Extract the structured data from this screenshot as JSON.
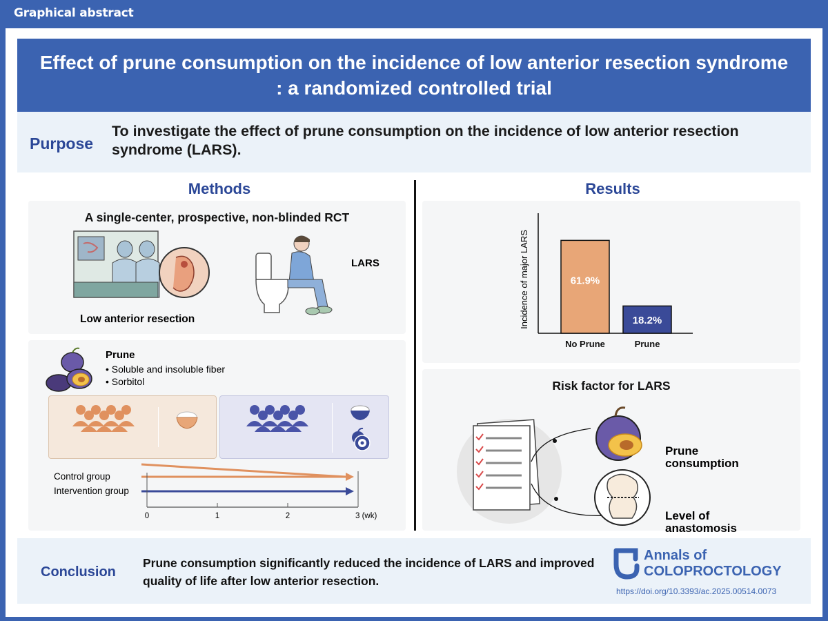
{
  "header_label": "Graphical abstract",
  "title": {
    "line1": "Effect of prune consumption on the incidence of low anterior resection syndrome",
    "line2": ": a randomized controlled trial"
  },
  "purpose": {
    "label": "Purpose",
    "text": "To investigate the effect of prune consumption on the incidence of low anterior resection syndrome (LARS)."
  },
  "methods": {
    "heading": "Methods",
    "design": "A single-center, prospective, non-blinded RCT",
    "surgery_label": "Low anterior resection",
    "lars_label": "LARS",
    "prune_title": "Prune",
    "prune_items": [
      "• Soluble and insoluble fiber",
      "• Sorbitol"
    ],
    "timeline": {
      "groups": [
        "Control group",
        "Intervention group"
      ],
      "ticks": [
        "0",
        "1",
        "2",
        "3 (wk)"
      ],
      "colors": {
        "control": "#e0915f",
        "intervention": "#3a4a98"
      }
    }
  },
  "results": {
    "heading": "Results",
    "risk_title": "Risk factor for LARS",
    "risk_factors": [
      {
        "line1": "Prune",
        "line2": "consumption"
      },
      {
        "line1": "Level of",
        "line2": "anastomosis"
      }
    ]
  },
  "chart_data": {
    "type": "bar",
    "categories": [
      "No Prune",
      "Prune"
    ],
    "values": [
      61.9,
      18.2
    ],
    "data_labels": [
      "61.9%",
      "18.2%"
    ],
    "ylabel": "Incidence of major LARS",
    "ylim": [
      0,
      80
    ],
    "colors": [
      "#e8a677",
      "#3a4a98"
    ]
  },
  "conclusion": {
    "label": "Conclusion",
    "text": "Prune consumption significantly reduced the incidence of LARS and improved quality of life after low anterior resection."
  },
  "journal": {
    "line1": "Annals of",
    "line2": "COLOPROCTOLOGY",
    "doi": "https://doi.org/10.3393/ac.2025.00514.0073"
  },
  "colors": {
    "brand_blue": "#3b63b1",
    "heading_blue": "#2b4797",
    "orange": "#e0915f",
    "navy": "#3a4a98"
  }
}
